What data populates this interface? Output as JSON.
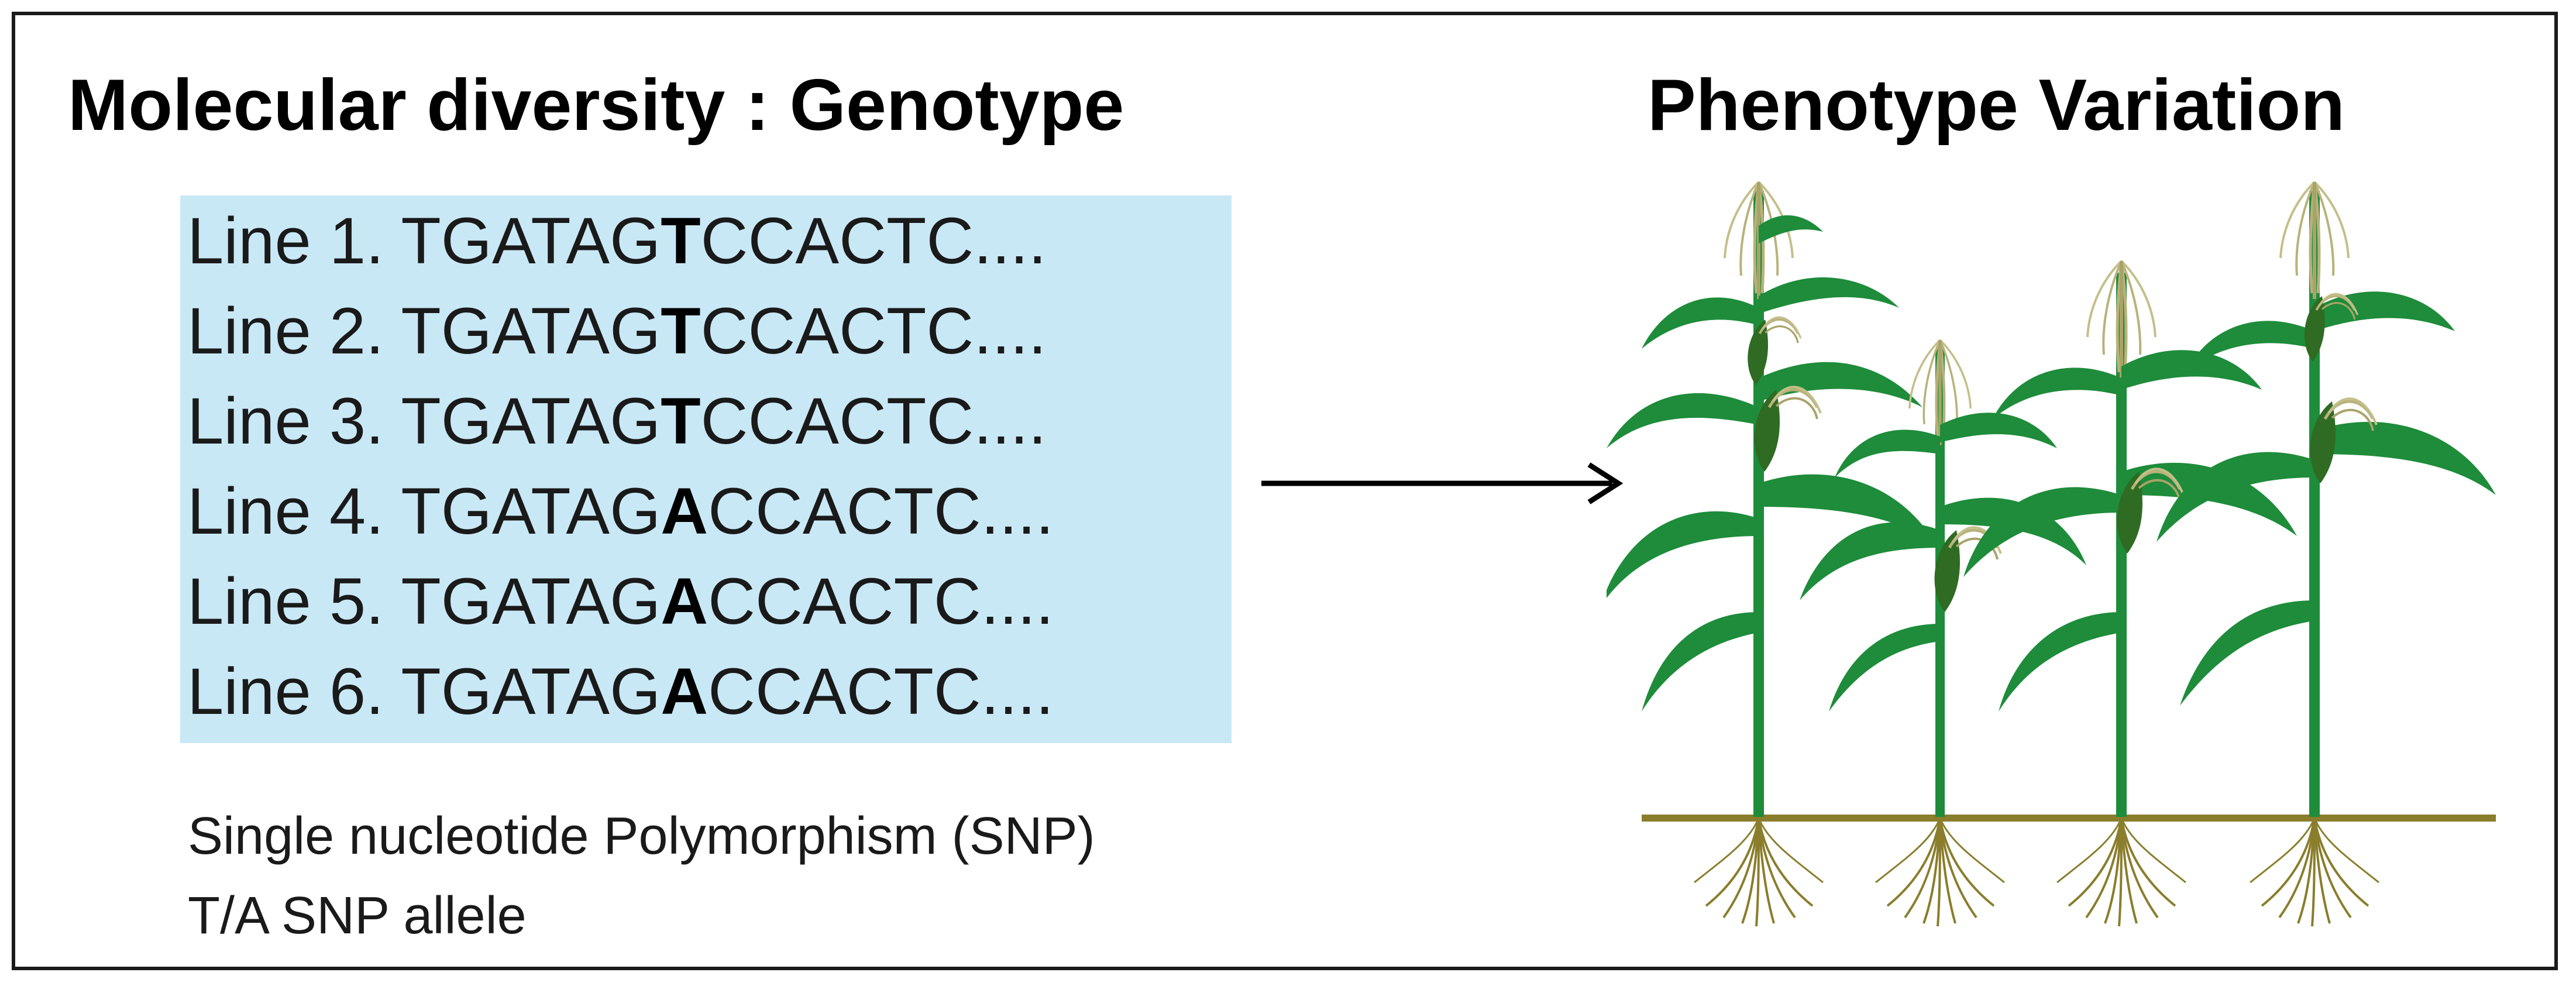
{
  "left_title": "Molecular diversity : Genotype",
  "right_title": "Phenotype Variation",
  "sequences": [
    {
      "label": "Line 1.",
      "prefix": "TGATAG",
      "snp": "T",
      "suffix": "CCACTC...."
    },
    {
      "label": "Line 2.",
      "prefix": "TGATAG",
      "snp": "T",
      "suffix": "CCACTC...."
    },
    {
      "label": "Line 3.",
      "prefix": "TGATAG",
      "snp": "T",
      "suffix": "CCACTC...."
    },
    {
      "label": "Line 4.",
      "prefix": "TGATAG",
      "snp": "A",
      "suffix": "CCACTC...."
    },
    {
      "label": "Line 5.",
      "prefix": "TGATAG",
      "snp": "A",
      "suffix": "CCACTC...."
    },
    {
      "label": "Line 6.",
      "prefix": "TGATAG",
      "snp": "A",
      "suffix": "CCACTC...."
    }
  ],
  "notes": {
    "line1": "Single nucleotide Polymorphism (SNP)",
    "line2": "T/A SNP allele"
  },
  "colors": {
    "sequence_box": "#c9e8f6",
    "plant_green": "#1e8c3a",
    "ground": "#8a7d2c",
    "tassel": "#b8b27a"
  },
  "icons": {
    "arrow": "right-arrow-icon",
    "plant": "maize-plant-icon"
  }
}
